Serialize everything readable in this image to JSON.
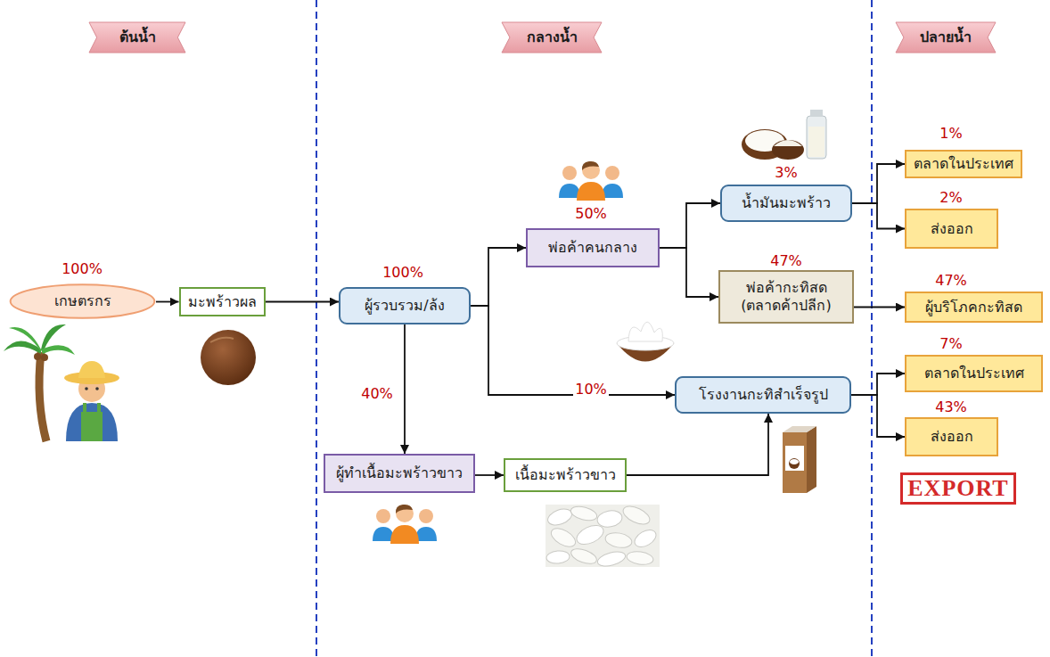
{
  "diagram": {
    "nodes": [
      {
        "text": [
          "ต้นน้ำ"
        ]
      },
      {
        "text": [
          "กลางน้ำ"
        ]
      },
      {
        "text": [
          "ปลายน้ำ"
        ]
      },
      {
        "text": [
          "เกษตรกร"
        ]
      },
      {
        "text": [
          "มะพร้าวผล"
        ]
      },
      {
        "text": [
          "ผู้รวบรวม/ล้ง"
        ]
      },
      {
        "text": [
          "พ่อค้าคนกลาง"
        ]
      },
      {
        "text": [
          "น้ำมันมะพร้าว"
        ]
      },
      {
        "text": [
          "พ่อค้ากะทิสด (ตลาดค้าปลีก)"
        ]
      },
      {
        "text": [
          "โรงงานกะทิสำเร็จรูป"
        ]
      },
      {
        "text": [
          "ผู้ทำเนื้อมะพร้าวขาว"
        ]
      },
      {
        "text": [
          "เนื้อมะพร้าวขาว"
        ]
      },
      {
        "text": [
          "ตลาดในประเทศ"
        ]
      },
      {
        "text": [
          "ส่งออก"
        ]
      },
      {
        "text": [
          "ผู้บริโภคกะทิสด"
        ]
      },
      {
        "text": [
          "ตลาดในประเทศ"
        ]
      },
      {
        "text": [
          "ส่งออก"
        ]
      }
    ],
    "edges": [
      {
        "from": 3,
        "to": 4,
        "arrow": "to"
      },
      {
        "from": 4,
        "to": 5,
        "arrow": "to"
      },
      {
        "from": 5,
        "to": 6,
        "arrow": "to"
      },
      {
        "from": 5,
        "to": 9,
        "label": "10%",
        "arrow": "to"
      },
      {
        "from": 5,
        "to": 10,
        "label": "40%",
        "arrow": "to"
      },
      {
        "from": 6,
        "to": 7,
        "arrow": "to"
      },
      {
        "from": 6,
        "to": 8,
        "arrow": "to"
      },
      {
        "from": 10,
        "to": 11,
        "arrow": "to"
      },
      {
        "from": 11,
        "to": 9,
        "arrow": "to"
      },
      {
        "from": 7,
        "to": 12,
        "arrow": "to"
      },
      {
        "from": 7,
        "to": 13,
        "arrow": "to"
      },
      {
        "from": 8,
        "to": 14,
        "arrow": "to"
      },
      {
        "from": 9,
        "to": 15,
        "arrow": "to"
      },
      {
        "from": 9,
        "to": 16,
        "arrow": "to"
      }
    ],
    "labels": [
      "100%",
      "100%",
      "50%",
      "3%",
      "47%",
      "1%",
      "2%",
      "47%",
      "7%",
      "43%",
      "EXPORT"
    ]
  }
}
